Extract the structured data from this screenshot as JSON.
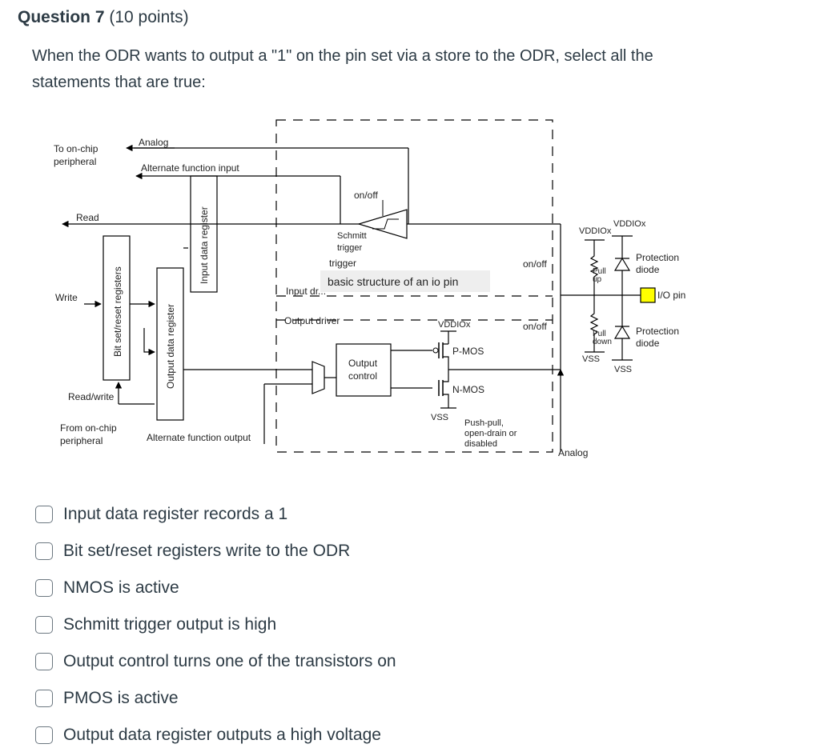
{
  "question": {
    "title": "Question 7",
    "points": "(10 points)",
    "text": "When the ODR wants to output a \"1\" on the pin set via a store to the ODR, select all the statements that are true:"
  },
  "diagram": {
    "labels": {
      "to_onchip": "To on-chip",
      "peripheral": "peripheral",
      "analog_top": "Analog",
      "alt_func_input": "Alternate function input",
      "read": "Read",
      "write": "Write",
      "read_write": "Read/write",
      "from_onchip": "From on-chip",
      "from_peripheral": "peripheral",
      "alt_func_output": "Alternate function output",
      "bit_set_reset": "Bit set/reset registers",
      "output_data_register": "Output data register",
      "input_data_register": "Input data register",
      "on_off_top": "on/off",
      "schmitt": "Schmitt",
      "trigger1": "trigger",
      "trigger2": "trigger",
      "tooltip": "basic structure of an io pin",
      "input_driver": "Input dr...",
      "output_driver": "Output driver",
      "vddiox_mid": "VDDIOx",
      "pmos": "P-MOS",
      "output": "Output",
      "control": "control",
      "nmos": "N-MOS",
      "vss_mid": "VSS",
      "push_pull": "Push-pull,",
      "open_drain": "open-drain or",
      "disabled": "disabled",
      "on_off_right1": "on/off",
      "on_off_right2": "on/off",
      "vddiox_r1": "VDDIOx",
      "vddiox_r2": "VDDIOx",
      "pull_up1": "Pull",
      "pull_up2": "up",
      "protection_diode1a": "Protection",
      "protection_diode1b": "diode",
      "io_pin": "I/O pin",
      "pull_down1": "Pull",
      "pull_down2": "down",
      "protection_diode2a": "Protection",
      "protection_diode2b": "diode",
      "vss_r1": "VSS",
      "vss_r2": "VSS",
      "analog_bottom": "Analog"
    },
    "colors": {
      "io_pin_fill": "#ffff00",
      "tooltip_bg": "#eeeeee"
    }
  },
  "options": [
    {
      "label": "Input data register records a 1",
      "checked": false
    },
    {
      "label": "Bit set/reset registers write to the ODR",
      "checked": false
    },
    {
      "label": "NMOS is active",
      "checked": false
    },
    {
      "label": "Schmitt trigger output is high",
      "checked": false
    },
    {
      "label": "Output control turns one of the transistors on",
      "checked": false
    },
    {
      "label": "PMOS is active",
      "checked": false
    },
    {
      "label": "Output data register outputs a high voltage",
      "checked": false
    }
  ]
}
